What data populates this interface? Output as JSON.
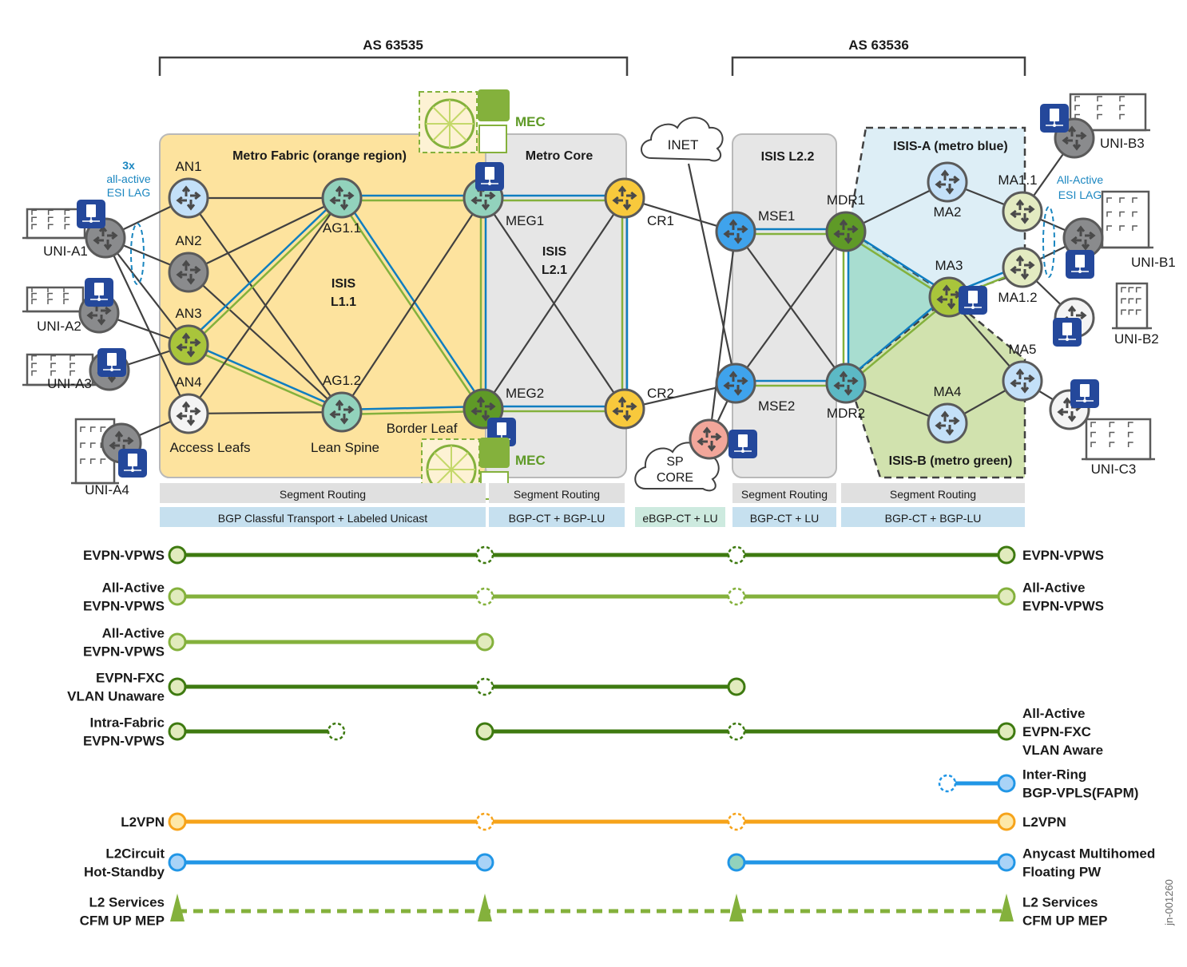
{
  "as_groups": [
    {
      "id": "as1",
      "label": "AS 63535"
    },
    {
      "id": "as2",
      "label": "AS 63536"
    }
  ],
  "regions": {
    "metro_fabric": "Metro Fabric (orange region)",
    "metro_core": "Metro Core",
    "isis_l11": [
      "ISIS",
      "L1.1"
    ],
    "isis_l21": [
      "ISIS",
      "L2.1"
    ],
    "isis_l22": "ISIS L2.2",
    "isis_a": "ISIS-A (metro blue)",
    "isis_b": "ISIS-B (metro green)"
  },
  "role_labels": {
    "access_leafs": "Access Leafs",
    "lean_spine": "Lean Spine",
    "border_leaf": "Border Leaf"
  },
  "annotations": {
    "esi_lag_left": [
      "3x",
      "all-active",
      "ESI LAG"
    ],
    "esi_lag_right": [
      "All-Active",
      "ESI LAG"
    ],
    "mec": "MEC",
    "inet": "INET",
    "sp_core": [
      "SP",
      "CORE"
    ],
    "doc_id": "jn-001260"
  },
  "colors": {
    "orange_region": "#fde39e",
    "core_gray": "#e6e6e6",
    "isis_a_blue": "#ddeef6",
    "isis_b_green": "#d1e2ae",
    "teal_fill": "#a8ddd0",
    "link_dark": "#414141",
    "link_blue": "#0f7ec1",
    "link_green": "#84b13c",
    "esi_blue": "#1a86c0",
    "mec_green": "#5f9a27",
    "server_blue": "#24489b",
    "seg_routing_bg": "#e0e0e0",
    "bgp_bg": "#c6e0ef",
    "ebgp_bg": "#cdeadf"
  },
  "routers": [
    {
      "id": "AN1",
      "label": "AN1",
      "fill": "#c3e0f8"
    },
    {
      "id": "AN2",
      "label": "AN2",
      "fill": "#8a8b8d"
    },
    {
      "id": "AN3",
      "label": "AN3",
      "fill": "#a9c53b"
    },
    {
      "id": "AN4",
      "label": "AN4",
      "fill": "#f4f4f4"
    },
    {
      "id": "AG11",
      "label": "AG1.1",
      "fill": "#92d2bc"
    },
    {
      "id": "AG12",
      "label": "AG1.2",
      "fill": "#92d2bc"
    },
    {
      "id": "MEG1",
      "label": "MEG1",
      "fill": "#92d2bc"
    },
    {
      "id": "MEG2",
      "label": "MEG2",
      "fill": "#5f9a27"
    },
    {
      "id": "CR1",
      "label": "CR1",
      "fill": "#f8c93c"
    },
    {
      "id": "CR2",
      "label": "CR2",
      "fill": "#f8c93c"
    },
    {
      "id": "MSE1",
      "label": "MSE1",
      "fill": "#3fa3ec"
    },
    {
      "id": "MSE2",
      "label": "MSE2",
      "fill": "#3fa3ec"
    },
    {
      "id": "SPR",
      "label": "",
      "fill": "#f2a69a"
    },
    {
      "id": "MDR1",
      "label": "MDR1",
      "fill": "#5f9a27"
    },
    {
      "id": "MDR2",
      "label": "MDR2",
      "fill": "#5cb9c5"
    },
    {
      "id": "MA2",
      "label": "MA2",
      "fill": "#c3e0f8"
    },
    {
      "id": "MA11",
      "label": "MA1.1",
      "fill": "#e3ebc1"
    },
    {
      "id": "MA12",
      "label": "MA1.2",
      "fill": "#e3ebc1"
    },
    {
      "id": "MA3",
      "label": "MA3",
      "fill": "#a9c53b"
    },
    {
      "id": "MA4",
      "label": "MA4",
      "fill": "#c3e0f8"
    },
    {
      "id": "MA5",
      "label": "MA5",
      "fill": "#c3e0f8"
    },
    {
      "id": "UA1",
      "label": "UNI-A1",
      "fill": "#8a8b8d"
    },
    {
      "id": "UA2",
      "label": "UNI-A2",
      "fill": "#8a8b8d"
    },
    {
      "id": "UA3",
      "label": "UNI-A3",
      "fill": "#8a8b8d"
    },
    {
      "id": "UA4",
      "label": "UNI-A4",
      "fill": "#8a8b8d"
    },
    {
      "id": "UB3",
      "label": "UNI-B3",
      "fill": "#8a8b8d"
    },
    {
      "id": "UB1",
      "label": "UNI-B1",
      "fill": "#8a8b8d"
    },
    {
      "id": "UB2",
      "label": "UNI-B2",
      "fill": "#f4f4f4"
    },
    {
      "id": "UC3",
      "label": "UNI-C3",
      "fill": "#f4f4f4"
    }
  ],
  "links": [
    [
      "UA1",
      "AN1",
      "dark"
    ],
    [
      "UA1",
      "AN2",
      "dark"
    ],
    [
      "UA1",
      "AN3",
      "dark"
    ],
    [
      "UA1",
      "AN4",
      "dark"
    ],
    [
      "UA2",
      "AN3",
      "dark"
    ],
    [
      "UA3",
      "AN3",
      "dark"
    ],
    [
      "UA4",
      "AN4",
      "dark"
    ],
    [
      "AN1",
      "AG11",
      "dark"
    ],
    [
      "AN1",
      "AG12",
      "dark"
    ],
    [
      "AN2",
      "AG11",
      "dark"
    ],
    [
      "AN2",
      "AG12",
      "dark"
    ],
    [
      "AN3",
      "AG11",
      "dual"
    ],
    [
      "AN3",
      "AG12",
      "dual"
    ],
    [
      "AN4",
      "AG11",
      "dark"
    ],
    [
      "AN4",
      "AG12",
      "dark"
    ],
    [
      "AG11",
      "MEG1",
      "dual"
    ],
    [
      "AG11",
      "MEG2",
      "dual"
    ],
    [
      "AG12",
      "MEG1",
      "dark"
    ],
    [
      "AG12",
      "MEG2",
      "dual"
    ],
    [
      "MEG1",
      "CR1",
      "dual"
    ],
    [
      "MEG2",
      "CR2",
      "dual"
    ],
    [
      "MEG1",
      "MEG2",
      "dual"
    ],
    [
      "CR1",
      "CR2",
      "dual"
    ],
    [
      "MEG1",
      "CR2",
      "dark"
    ],
    [
      "MEG2",
      "CR1",
      "dark"
    ],
    [
      "CR1",
      "MSE1",
      "dark"
    ],
    [
      "CR2",
      "MSE2",
      "dark"
    ],
    [
      "INET",
      "MSE2",
      "dark"
    ],
    [
      "SPR",
      "MSE1",
      "dark"
    ],
    [
      "SPR",
      "MSE2",
      "dark"
    ],
    [
      "MSE1",
      "MDR1",
      "dual"
    ],
    [
      "MSE2",
      "MDR2",
      "dual"
    ],
    [
      "MSE1",
      "MDR2",
      "dark"
    ],
    [
      "MSE2",
      "MDR1",
      "dark"
    ],
    [
      "MDR1",
      "MDR2",
      "dual"
    ],
    [
      "MDR1",
      "MA2",
      "dark"
    ],
    [
      "MA2",
      "MA11",
      "dark"
    ],
    [
      "MDR1",
      "MA3",
      "dual"
    ],
    [
      "MDR2",
      "MA3",
      "dual"
    ],
    [
      "MA3",
      "MA12",
      "dual"
    ],
    [
      "MA3",
      "MA5",
      "dark"
    ],
    [
      "MDR2",
      "MA4",
      "dark"
    ],
    [
      "MA4",
      "MA5",
      "dark"
    ],
    [
      "MA11",
      "UB3",
      "dark"
    ],
    [
      "MA11",
      "UB1",
      "dark"
    ],
    [
      "MA12",
      "UB1",
      "dark"
    ],
    [
      "MA12",
      "UB2",
      "dark"
    ],
    [
      "MA5",
      "UC3",
      "dark"
    ]
  ],
  "transport_rows": {
    "segment_routing": [
      {
        "id": "sr1",
        "label": "Segment Routing"
      },
      {
        "id": "sr2",
        "label": "Segment Routing"
      },
      {
        "id": "sr3",
        "label": "Segment Routing"
      },
      {
        "id": "sr4",
        "label": "Segment Routing"
      }
    ],
    "bgp": [
      {
        "id": "b1",
        "label": "BGP Classful Transport + Labeled Unicast",
        "kind": "bgp"
      },
      {
        "id": "b2",
        "label": "BGP-CT + BGP-LU",
        "kind": "bgp"
      },
      {
        "id": "b3",
        "label": "eBGP-CT + LU",
        "kind": "ebgp"
      },
      {
        "id": "b4",
        "label": "BGP-CT + LU",
        "kind": "bgp"
      },
      {
        "id": "b5",
        "label": "BGP-CT + BGP-LU",
        "kind": "bgp"
      }
    ]
  },
  "services": [
    {
      "left": [
        "EVPN-VPWS"
      ],
      "right": [
        "EVPN-VPWS"
      ],
      "color": "#3e7a10",
      "fill": "#e1ebbd",
      "nodes": [
        [
          "A",
          "solid"
        ],
        [
          "M",
          "dashed"
        ],
        [
          "S",
          "dashed"
        ],
        [
          "B",
          "solid"
        ]
      ],
      "segments": [
        [
          "A",
          "B"
        ]
      ]
    },
    {
      "left": [
        "All-Active",
        "EVPN-VPWS"
      ],
      "right": [
        "All-Active",
        "EVPN-VPWS"
      ],
      "color": "#84b13c",
      "fill": "#e1ebbd",
      "nodes": [
        [
          "A",
          "solid"
        ],
        [
          "M",
          "dashed"
        ],
        [
          "S",
          "dashed"
        ],
        [
          "B",
          "solid"
        ]
      ],
      "segments": [
        [
          "A",
          "B"
        ]
      ]
    },
    {
      "left": [
        "All-Active",
        "EVPN-VPWS"
      ],
      "right": [],
      "color": "#84b13c",
      "fill": "#e1ebbd",
      "nodes": [
        [
          "A",
          "solid"
        ],
        [
          "M",
          "solid"
        ]
      ],
      "segments": [
        [
          "A",
          "M"
        ]
      ]
    },
    {
      "left": [
        "EVPN-FXC",
        "VLAN Unaware"
      ],
      "right": [],
      "color": "#3e7a10",
      "fill": "#e1ebbd",
      "nodes": [
        [
          "A",
          "solid"
        ],
        [
          "M",
          "dashed"
        ],
        [
          "S",
          "solid"
        ]
      ],
      "segments": [
        [
          "A",
          "S"
        ]
      ]
    },
    {
      "left": [
        "Intra-Fabric",
        "EVPN-VPWS"
      ],
      "right": [
        "All-Active",
        "EVPN-FXC",
        "VLAN Aware"
      ],
      "color": "#3e7a10",
      "fill": "#e1ebbd",
      "nodes": [
        [
          "A",
          "solid"
        ],
        [
          "F",
          "dashed"
        ],
        [
          "M",
          "solid"
        ],
        [
          "S",
          "dashed"
        ],
        [
          "B",
          "solid"
        ]
      ],
      "segments": [
        [
          "A",
          "F"
        ],
        [
          "M",
          "B"
        ]
      ]
    },
    {
      "left": [],
      "right": [
        "Inter-Ring",
        "BGP-VPLS(FAPM)"
      ],
      "color": "#2196e6",
      "fill": "#a9d3f7",
      "nodes": [
        [
          "R",
          "dashed"
        ],
        [
          "B",
          "solid"
        ]
      ],
      "segments": [
        [
          "R",
          "B"
        ]
      ]
    },
    {
      "left": [
        "L2VPN"
      ],
      "right": [
        "L2VPN"
      ],
      "color": "#f6a31a",
      "fill": "#fde8a8",
      "nodes": [
        [
          "A",
          "solid"
        ],
        [
          "M",
          "dashed"
        ],
        [
          "S",
          "dashed"
        ],
        [
          "B",
          "solid"
        ]
      ],
      "segments": [
        [
          "A",
          "B"
        ]
      ]
    },
    {
      "left": [
        "L2Circuit",
        "Hot-Standby"
      ],
      "right": [
        "Anycast Multihomed",
        "Floating PW"
      ],
      "color": "#2196e6",
      "fill": "#a9d3f7",
      "nodes": [
        [
          "A",
          "solid"
        ],
        [
          "M",
          "solid"
        ],
        [
          "S",
          "solid-teal"
        ],
        [
          "B",
          "solid"
        ]
      ],
      "segments": [
        [
          "A",
          "M"
        ],
        [
          "S",
          "B"
        ]
      ]
    },
    {
      "left": [
        "L2 Services",
        "CFM UP MEP"
      ],
      "right": [
        "L2 Services",
        "CFM UP MEP"
      ],
      "color": "#84b13c",
      "fill": "#84b13c",
      "nodes": [
        [
          "A",
          "triangle"
        ],
        [
          "M",
          "triangle"
        ],
        [
          "S",
          "triangle"
        ],
        [
          "B",
          "triangle"
        ]
      ],
      "segments": [
        [
          "A",
          "B",
          "dashed"
        ]
      ]
    }
  ]
}
